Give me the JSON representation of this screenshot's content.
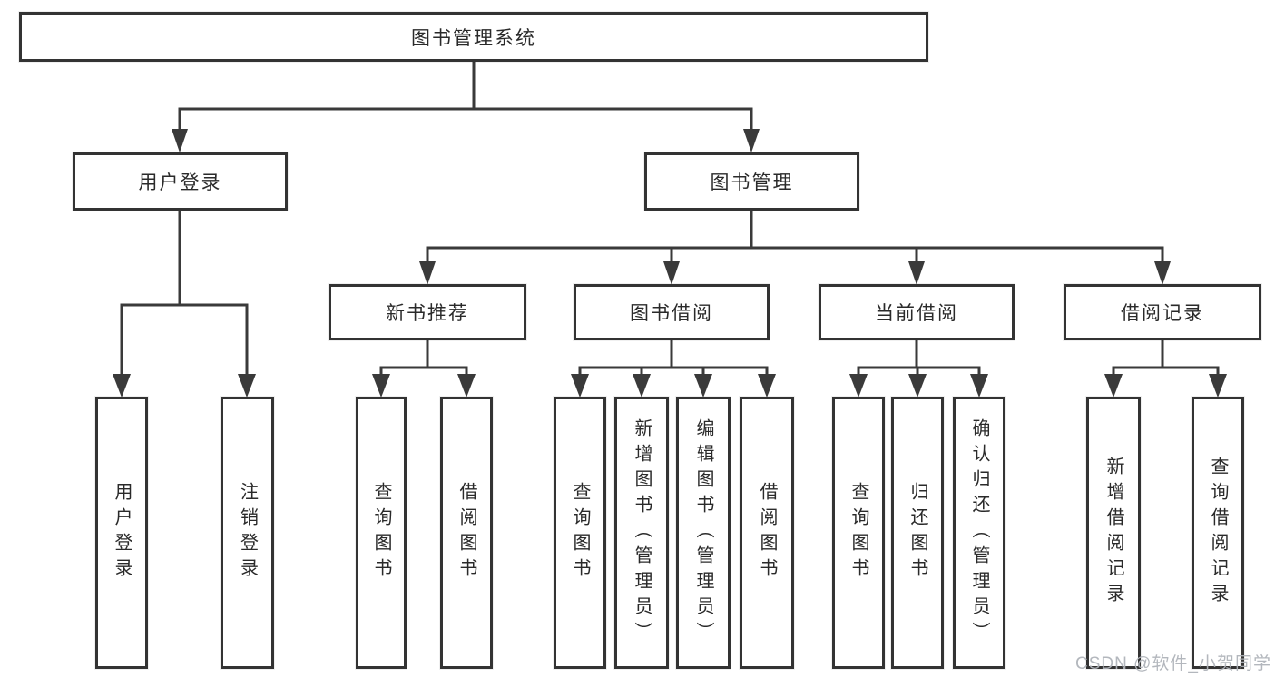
{
  "colors": {
    "node_border": "#333333",
    "connector": "#3a3a3a",
    "node_text": "#2a2a2a",
    "watermark_text": "#afb3b9"
  },
  "diagram": {
    "root": "图书管理系统",
    "branches": {
      "user_login": {
        "label": "用户登录",
        "children": [
          "用户登录",
          "注销登录"
        ]
      },
      "book_management": {
        "label": "图书管理",
        "sections": [
          {
            "label": "新书推荐",
            "children": [
              "查询图书",
              "借阅图书"
            ]
          },
          {
            "label": "图书借阅",
            "children": [
              "查询图书",
              "新增图书（管理员）",
              "编辑图书（管理员）",
              "借阅图书"
            ]
          },
          {
            "label": "当前借阅",
            "children": [
              "查询图书",
              "归还图书",
              "确认归还（管理员）"
            ]
          },
          {
            "label": "借阅记录",
            "children": [
              "新增借阅记录",
              "查询借阅记录"
            ]
          }
        ]
      }
    }
  },
  "watermark": "CSDN @软件_小贺同学"
}
